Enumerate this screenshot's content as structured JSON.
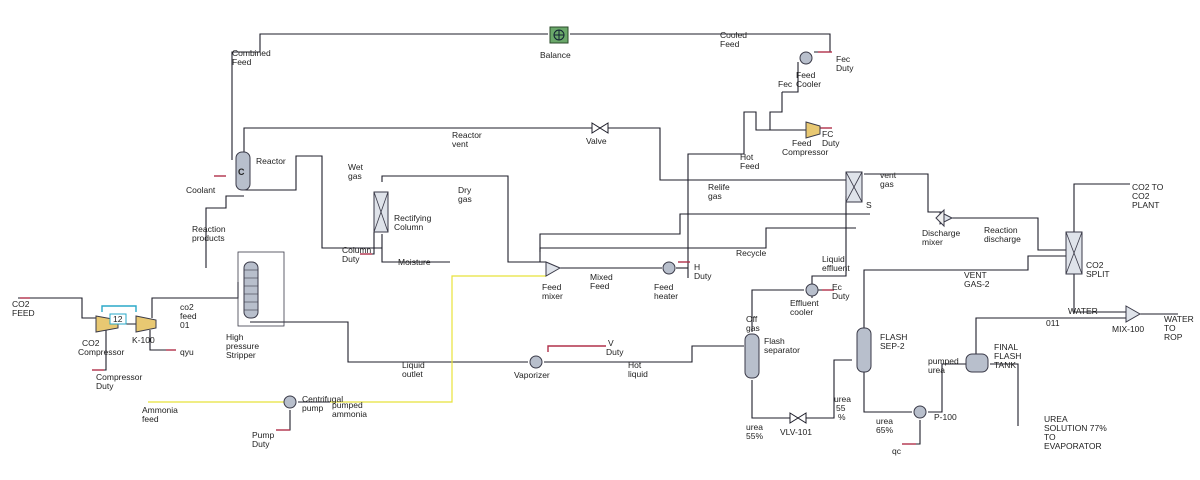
{
  "colors": {
    "stream": "#1e1e2a",
    "energy": "#b0304a",
    "ammonia_line": "#e8e23a",
    "recycle_link": "#2aa8c8",
    "equipment": "#dfe3ea"
  },
  "labels": {
    "co2_feed": [
      "CO2",
      "FEED"
    ],
    "co2_compressor": [
      "CO2",
      "Compressor"
    ],
    "compressor_duty": [
      "Compressor",
      "Duty"
    ],
    "recycle_12": "12",
    "k100": "K-100",
    "co2_feed_01": [
      "co2",
      "feed",
      "01"
    ],
    "qyu": "qyu",
    "high_pressure_stripper": [
      "High",
      "pressure",
      "Stripper"
    ],
    "reaction_products": [
      "Reaction",
      "products"
    ],
    "coolant": "Coolant",
    "reactor": "Reactor",
    "combined_feed": [
      "Combined",
      "Feed"
    ],
    "balance": "Balance",
    "cooled_feed": [
      "Cooled",
      "Feed"
    ],
    "feed_cooler": [
      "Feed",
      "Cooler"
    ],
    "fec": "Fec",
    "fec_duty": [
      "Fec",
      "Duty"
    ],
    "feed_compressor": [
      "Feed",
      "Compressor"
    ],
    "fc_duty": [
      "FC",
      "Duty"
    ],
    "hot_feed": [
      "Hot",
      "Feed"
    ],
    "reactor_vent": [
      "Reactor",
      "vent"
    ],
    "valve": "Valve",
    "wet_gas": [
      "Wet",
      "gas"
    ],
    "dry_gas": [
      "Dry",
      "gas"
    ],
    "rectifying_column": [
      "Rectifying",
      "Column"
    ],
    "column_duty": [
      "Column",
      "Duty"
    ],
    "moisture": "Moisture",
    "relife_gas": [
      "Relife",
      "gas"
    ],
    "vent_gas": [
      "vent",
      "gas"
    ],
    "splitter_s": "S",
    "recycle": "Recycle",
    "liquid_effluent": [
      "Liquid",
      "effluent"
    ],
    "effluent_cooler": [
      "Effluent",
      "cooler"
    ],
    "ec_duty": [
      "Ec",
      "Duty"
    ],
    "discharge_mixer": [
      "Discharge",
      "mixer"
    ],
    "reaction_discharge": [
      "Reaction",
      "discharge"
    ],
    "vent_gas_2": [
      "VENT",
      "GAS-2"
    ],
    "co2_split": [
      "CO2",
      "SPLIT"
    ],
    "co2_to_plant": [
      "CO2 TO",
      "CO2",
      "PLANT"
    ],
    "water": "WATER",
    "stream_011": "011",
    "mix100": "MIX-100",
    "water_to_rop": [
      "WATER",
      "TO",
      "ROP"
    ],
    "feed_mixer": [
      "Feed",
      "mixer"
    ],
    "mixed_feed": [
      "Mixed",
      "Feed"
    ],
    "feed_heater": [
      "Feed",
      "heater"
    ],
    "h_duty": [
      "H",
      "Duty"
    ],
    "off_gas": [
      "Off",
      "gas"
    ],
    "flash_separator": [
      "Flash",
      "separator"
    ],
    "flash_sep2": [
      "FLASH",
      "SEP-2"
    ],
    "pumped_urea": [
      "pumped",
      "urea"
    ],
    "final_flash_tank": [
      "FINAL",
      "FLASH",
      "TANK"
    ],
    "liquid_outlet": [
      "Liquid",
      "outlet"
    ],
    "vaporizer": "Vaporizer",
    "v_duty": [
      "V",
      "Duty"
    ],
    "hot_liquid": [
      "Hot",
      "liquid"
    ],
    "urea_55": [
      "urea",
      "55%"
    ],
    "vlv101": "VLV-101",
    "urea_55_vert": [
      "urea",
      "55",
      "%"
    ],
    "urea_65": [
      "urea",
      "65%"
    ],
    "p100": "P-100",
    "qc": "qc",
    "urea_solution": [
      "UREA",
      "SOLUTION 77%",
      "TO",
      "EVAPORATOR"
    ],
    "ammonia_feed": [
      "Ammonia",
      "feed"
    ],
    "centrifugal_pump": [
      "Centrifugal",
      "pump"
    ],
    "pumped_ammonia": [
      "pumped",
      "ammonia"
    ],
    "pump_duty": [
      "Pump",
      "Duty"
    ]
  }
}
